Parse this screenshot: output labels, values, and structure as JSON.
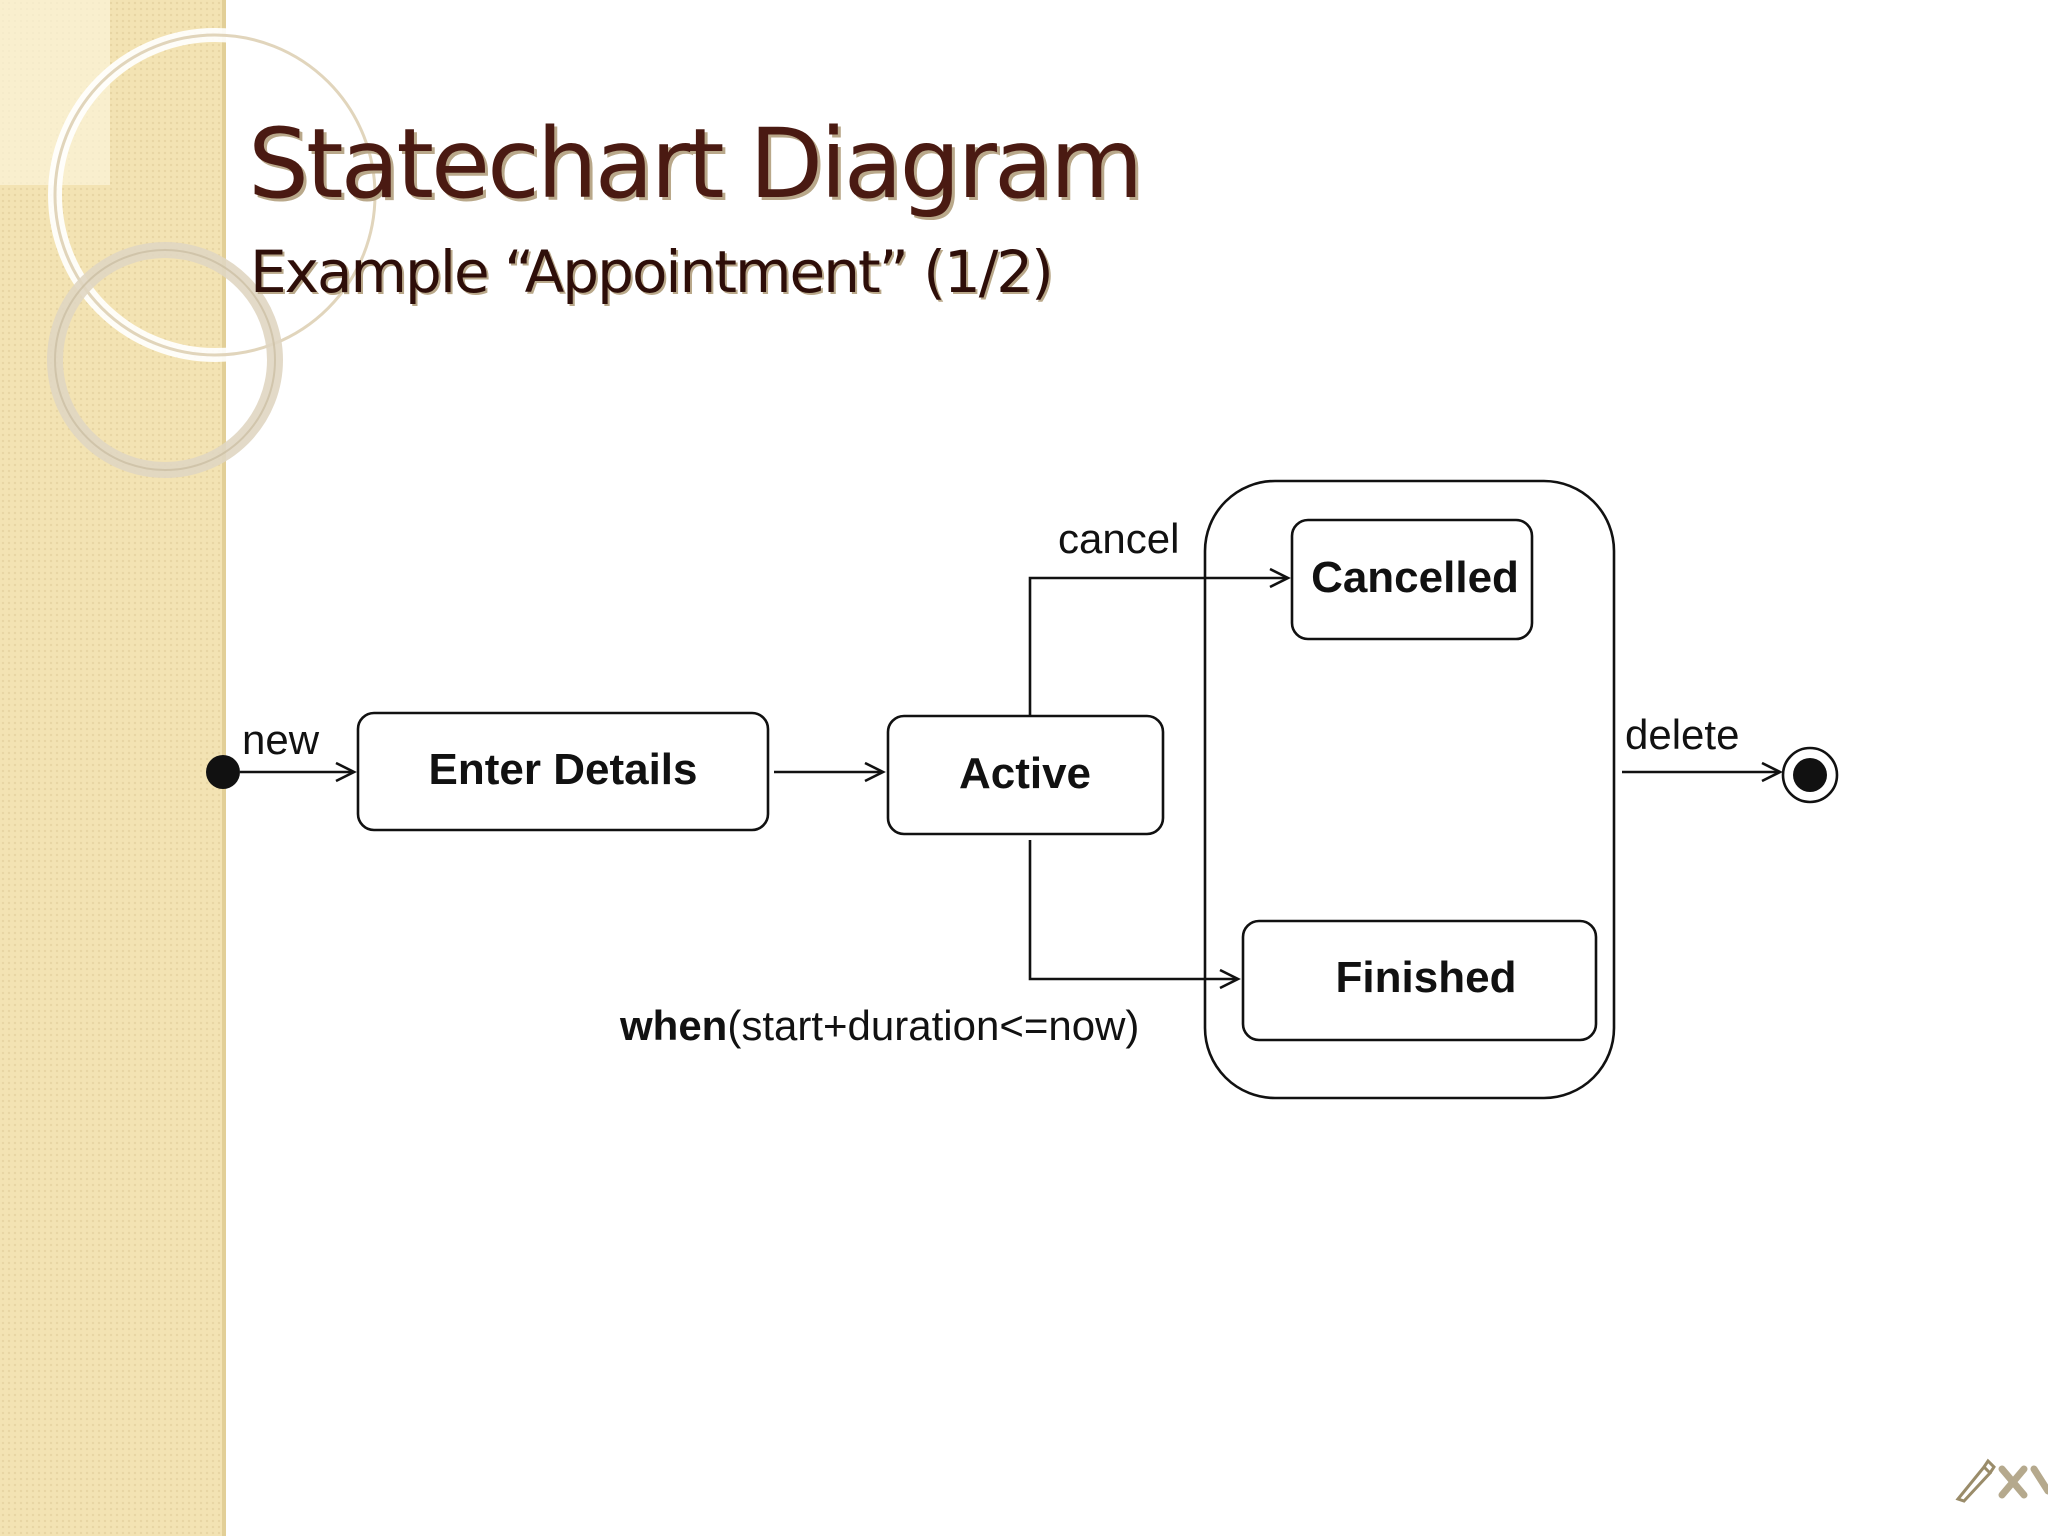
{
  "slide": {
    "title": "Statechart Diagram",
    "subtitle": "Example “Appointment” (1/2)"
  },
  "diagram": {
    "states": {
      "enter_details": "Enter Details",
      "active": "Active",
      "cancelled": "Cancelled",
      "finished": "Finished"
    },
    "transitions": {
      "new": "new",
      "cancel": "cancel",
      "delete": "delete",
      "when_keyword": "when",
      "when_condition": "(start+duration<=now)"
    }
  },
  "colors": {
    "title": "#4a1a12",
    "sidebar": "#f3e3b3",
    "diagram_stroke": "#111111"
  },
  "icons": {
    "footer_logo": "pen-logo-icon"
  }
}
